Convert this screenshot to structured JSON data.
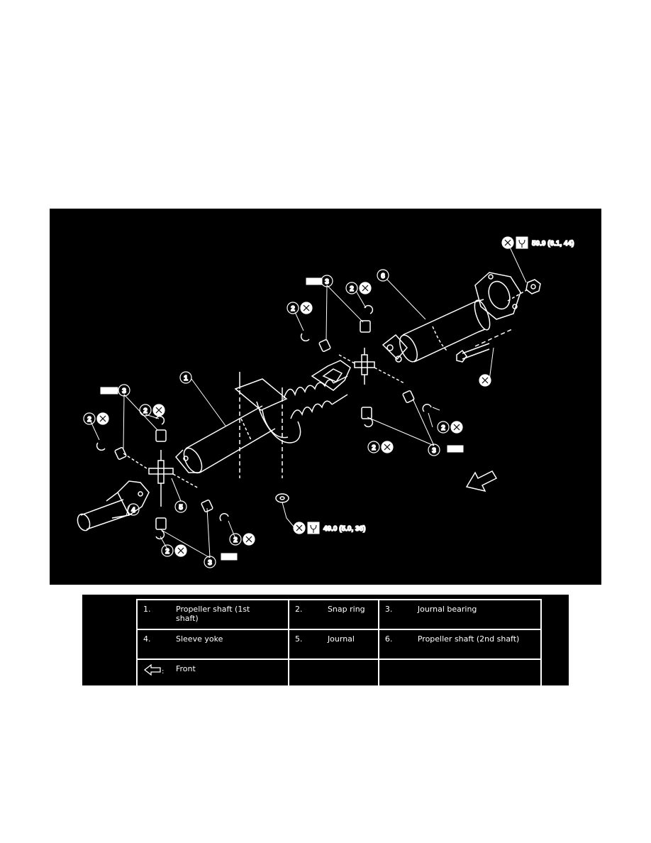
{
  "diagram": {
    "torque_top": "59.9 (6.1, 44)",
    "torque_bottom": "49.0 (5.0, 36)",
    "callouts": [
      "1",
      "2",
      "3",
      "4",
      "5",
      "6"
    ]
  },
  "legend": {
    "rows": [
      [
        {
          "num": "1.",
          "label": "Propeller shaft (1st shaft)"
        },
        {
          "num": "2.",
          "label": "Snap ring"
        },
        {
          "num": "3.",
          "label": "Journal bearing"
        }
      ],
      [
        {
          "num": "4.",
          "label": "Sleeve yoke"
        },
        {
          "num": "5.",
          "label": "Journal"
        },
        {
          "num": "6.",
          "label": "Propeller shaft (2nd shaft)"
        }
      ]
    ],
    "front_symbol": ":",
    "front_label": "Front"
  }
}
